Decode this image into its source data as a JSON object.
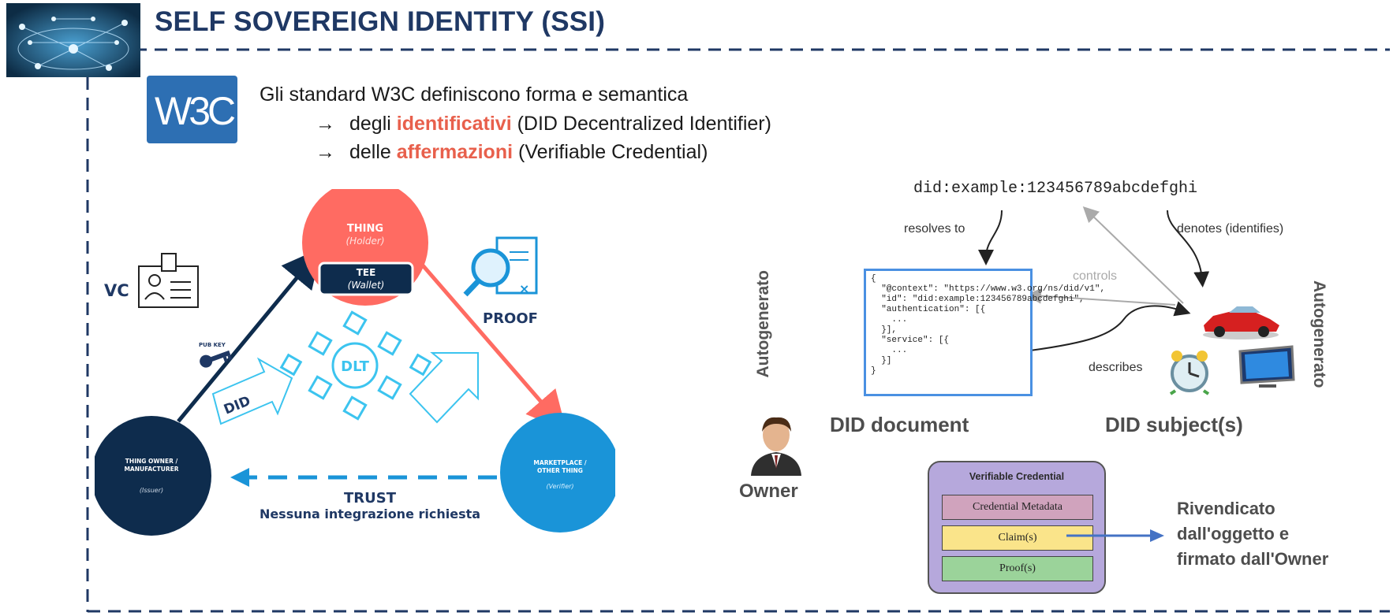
{
  "page": {
    "title": "SELF SOVEREIGN IDENTITY (SSI)",
    "header_image_icon": "network-globe-image",
    "w3c_logo": "W3C"
  },
  "standards": {
    "intro": "Gli standard W3C definiscono forma e semantica",
    "arrow": "→",
    "item1": {
      "prefix": "degli",
      "keyword": "identificativi",
      "suffix": "(DID Decentralized Identifier)"
    },
    "item2": {
      "prefix": "delle",
      "keyword": "affermazioni",
      "suffix": "(Verifiable Credential)"
    },
    "accent_color": "#e8604c"
  },
  "triangle": {
    "thing": "THING",
    "holder": "(Holder)",
    "tee": "TEE",
    "wallet": "(Wallet)",
    "vc": "VC",
    "proof": "PROOF",
    "dlt": "DLT",
    "did": "DID",
    "pub_key": "PUB KEY",
    "owner_line1": "THING OWNER /",
    "owner_line2": "MANUFACTURER",
    "issuer": "(Issuer)",
    "market_line1": "MARKETPLACE /",
    "market_line2": "OTHER THING",
    "verifier": "(Verifier)",
    "trust": "TRUST",
    "trust_sub": "Nessuna integrazione richiesta",
    "colors": {
      "thing": "#ff6b62",
      "owner": "#0e2c4d",
      "market": "#1a94d8",
      "dlt": "#3cc4ef"
    }
  },
  "did_diagram": {
    "identifier": "did:example:123456789abcdefghi",
    "resolves_to": "resolves to",
    "denotes": "denotes (identifies)",
    "controls": "controls",
    "describes": "describes",
    "document_json": "{\n  \"@context\": \"https://www.w3.org/ns/did/v1\",\n  \"id\": \"did:example:123456789abcdefghi\",\n  \"authentication\": [{\n    ...\n  }],\n  \"service\": [{\n    ...\n  }]\n}",
    "autogen_left": "Autogenerato",
    "autogen_right": "Autogenerato",
    "did_document": "DID document",
    "did_subjects": "DID subject(s)",
    "owner": "Owner"
  },
  "verifiable_credential": {
    "title": "Verifiable Credential",
    "metadata": "Credential Metadata",
    "claims": "Claim(s)",
    "proofs": "Proof(s)",
    "note_line1": "Rivendicato",
    "note_line2": "dall'oggetto e",
    "note_line3": "firmato dall'Owner"
  }
}
